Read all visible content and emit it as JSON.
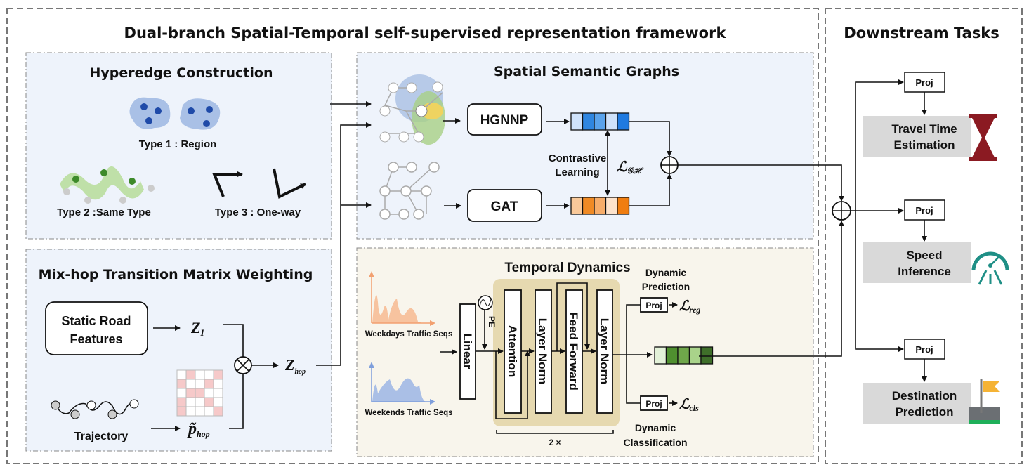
{
  "main_title": "Dual-branch Spatial-Temporal self-supervised representation framework",
  "downstream": {
    "title": "Downstream Tasks",
    "proj": "Proj",
    "tasks": [
      "Travel Time",
      "Estimation",
      "Speed",
      "Inference",
      "Destination",
      "Prediction"
    ]
  },
  "hyperedge": {
    "title": "Hyperedge Construction",
    "type1": "Type 1 : Region",
    "type2": "Type 2 :Same Type",
    "type3": "Type 3 : One-way"
  },
  "mixhop": {
    "title": "Mix-hop Transition Matrix Weighting",
    "static_line1": "Static Road",
    "static_line2": "Features",
    "z1": "Z",
    "z1_sub": "I",
    "zhop": "Z",
    "zhop_sub": "hop",
    "phop": "p̃",
    "phop_sub": "hop",
    "trajectory": "Trajectory"
  },
  "spatial": {
    "title": "Spatial Semantic Graphs",
    "hgnnp": "HGNNP",
    "gat": "GAT",
    "contrastive_line1": "Contrastive",
    "contrastive_line2": "Learning",
    "loss": "ℒ",
    "loss_sub": "𝒢ℋ"
  },
  "temporal": {
    "title": "Temporal Dynamics",
    "weekdays": "Weekdays Traffic Seqs",
    "weekends": "Weekends Traffic Seqs",
    "linear": "Linear",
    "pe": "PE",
    "attention": "Attention",
    "layer_norm": "Layer Norm",
    "feed_forward": "Feed Forward",
    "repeat": "2 ×",
    "dyn_pred_line1": "Dynamic",
    "dyn_pred_line2": "Prediction",
    "dyn_cls_line1": "Dynamic",
    "dyn_cls_line2": "Classification",
    "proj": "Proj",
    "loss_reg": "ℒ",
    "loss_reg_sub": "reg",
    "loss_cls": "ℒ",
    "loss_cls_sub": "cls"
  },
  "colors": {
    "panel_blue": "#eef3fb",
    "panel_tan": "#f8f5ec",
    "transformer_bg": "#e6d9b0",
    "task_gray": "#d9d9d9",
    "hourglass": "#8b1a22",
    "speedometer": "#1f8f86",
    "flag": "#f5b335"
  }
}
